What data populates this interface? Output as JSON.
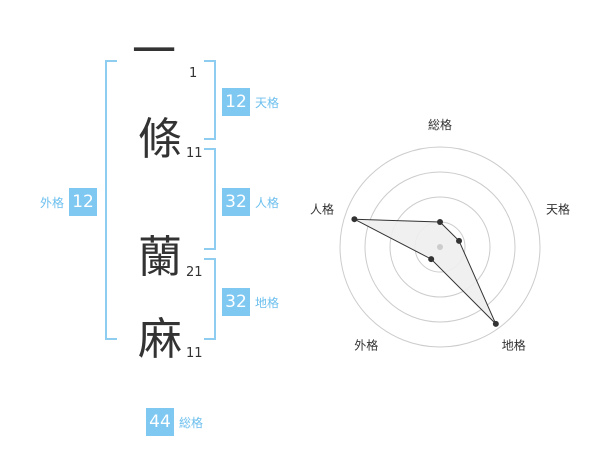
{
  "name": {
    "characters": [
      {
        "char": "一",
        "strokes": "1"
      },
      {
        "char": "條",
        "strokes": "11"
      },
      {
        "char": "蘭",
        "strokes": "21"
      },
      {
        "char": "麻",
        "strokes": "11"
      }
    ]
  },
  "scores": {
    "tenkaku": {
      "label": "天格",
      "value": "12"
    },
    "jinkaku": {
      "label": "人格",
      "value": "32"
    },
    "chikaku": {
      "label": "地格",
      "value": "32"
    },
    "gaikaku": {
      "label": "外格",
      "value": "12"
    },
    "soukaku": {
      "label": "総格",
      "value": "44"
    }
  },
  "radar": {
    "axes": [
      "総格",
      "天格",
      "地格",
      "外格",
      "人格"
    ],
    "rings": 4,
    "values": [
      0.25,
      0.2,
      0.95,
      0.15,
      0.9
    ],
    "colors": {
      "ring": "#cccccc",
      "fill": "#eeeeee",
      "line": "#333333",
      "point": "#333333",
      "center": "#cccccc"
    }
  },
  "colors": {
    "accent": "#7ec8f2",
    "bracket": "#8fcdf0",
    "text": "#333333"
  }
}
